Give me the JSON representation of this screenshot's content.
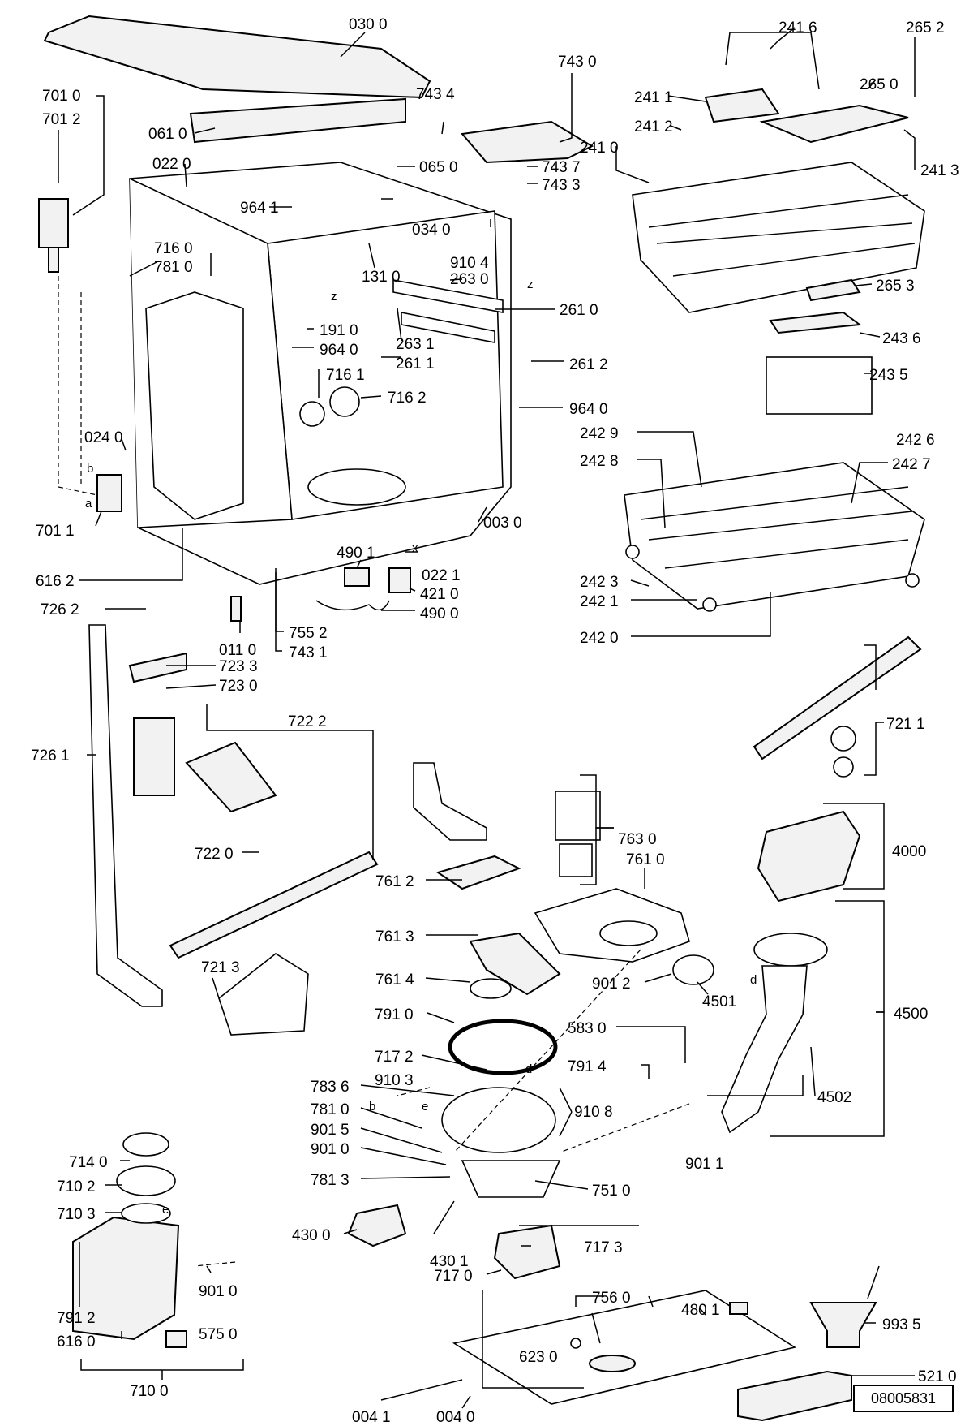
{
  "diagram": {
    "reference_number": "08005831",
    "letters": [
      "z",
      "z",
      "x",
      "b",
      "a",
      "b",
      "e",
      "d",
      "d",
      "e"
    ],
    "labels": [
      "030 0",
      "701 0",
      "701 2",
      "061 0",
      "022 0",
      "743 4",
      "743 0",
      "065 0",
      "743 7",
      "743 3",
      "964 1",
      "034 0",
      "910 4",
      "263 0",
      "131 0",
      "716 0",
      "781 0",
      "191 0",
      "964 0",
      "716 1",
      "716 2",
      "263 1",
      "261 1",
      "261 0",
      "261 2",
      "964 0",
      "024 0",
      "701 1",
      "616 2",
      "003 0",
      "022 1",
      "490 1",
      "421 0",
      "490 0",
      "726 2",
      "011 0",
      "755 2",
      "743 1",
      "723 3",
      "723 0",
      "722 2",
      "726 1",
      "722 0",
      "721 3",
      "241 6",
      "265 2",
      "265 0",
      "241 1",
      "241 2",
      "241 0",
      "241 3",
      "265 3",
      "243 6",
      "243 5",
      "242 9",
      "242 6",
      "242 8",
      "242 7",
      "242 3",
      "242 1",
      "242 0",
      "721 1",
      "763 0",
      "761 0",
      "761 2",
      "761 3",
      "761 4",
      "4000",
      "901 2",
      "4501",
      "4500",
      "791 0",
      "583 0",
      "717 2",
      "791 4",
      "783 6",
      "910 3",
      "910 8",
      "781 0",
      "901 5",
      "901 0",
      "781 3",
      "901 1",
      "4502",
      "751 0",
      "430 0",
      "430 1",
      "717 3",
      "714 0",
      "710 2",
      "710 3",
      "717 0",
      "756 0",
      "901 0",
      "791 2",
      "616 0",
      "575 0",
      "710 0",
      "480 1",
      "993 5",
      "623 0",
      "521 0",
      "004 1",
      "004 0"
    ]
  }
}
